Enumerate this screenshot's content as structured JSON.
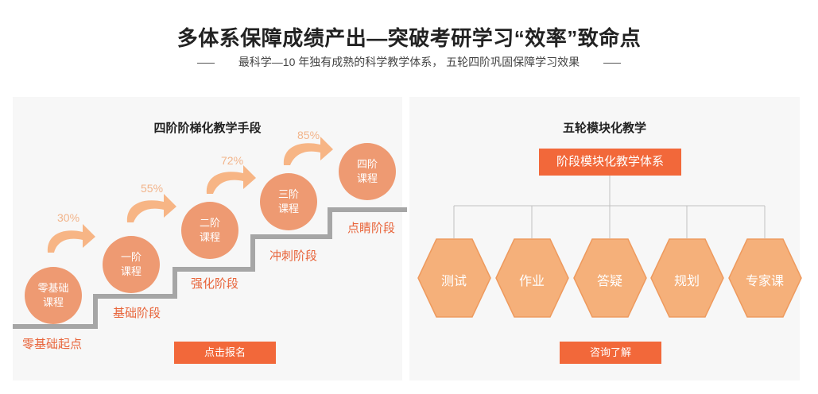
{
  "header": {
    "title": "多体系保障成绩产出—突破考研学习“效率”致命点",
    "subtitle": "最科学—10 年独有成熟的科学教学体系， 五轮四阶巩固保障学习效果"
  },
  "left_panel": {
    "title": "四阶阶梯化教学手段",
    "circles": [
      {
        "line1": "零基础",
        "line2": "课程"
      },
      {
        "line1": "一阶",
        "line2": "课程"
      },
      {
        "line1": "二阶",
        "line2": "课程"
      },
      {
        "line1": "三阶",
        "line2": "课程"
      },
      {
        "line1": "四阶",
        "line2": "课程"
      }
    ],
    "percents": [
      "30%",
      "55%",
      "72%",
      "85%"
    ],
    "stages": [
      "零基础起点",
      "基础阶段",
      "强化阶段",
      "冲刺阶段",
      "点睛阶段"
    ],
    "cta_label": "点击报名"
  },
  "right_panel": {
    "title": "五轮模块化教学",
    "system_label": "阶段模块化教学体系",
    "modules": [
      "测试",
      "作业",
      "答疑",
      "规划",
      "专家课"
    ],
    "cta_label": "咨询了解"
  },
  "colors": {
    "accent": "#f2683a",
    "circle": "#ee9a72",
    "hexagon": "#f5b07a",
    "stair": "#a6a6a6",
    "panel_bg": "#f7f7f7"
  }
}
